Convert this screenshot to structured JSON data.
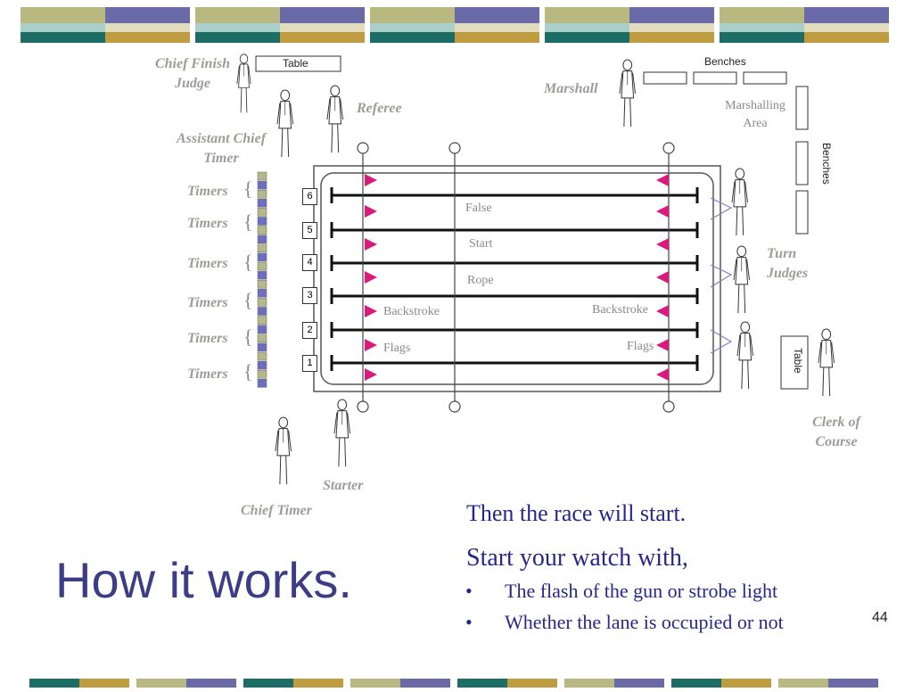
{
  "colors": {
    "banner_teal": "#1b6d65",
    "banner_blue": "#6a6aa8",
    "banner_khaki": "#b8b880",
    "banner_gold": "#bf9c3f",
    "banner_mint": "#a8cfc8",
    "banner_cream": "#e0dcbd",
    "flag_magenta": "#d81b7c",
    "title_color": "#3d3d86",
    "body_color": "#27278a",
    "role_color": "#9c9c98",
    "timer_blue_square": "#6e6ec0",
    "timer_green_square": "#b5b88a"
  },
  "roles": {
    "chief_finish_judge": "Chief Finish Judge",
    "referee": "Referee",
    "assistant_chief_timer": "Assistant Chief Timer",
    "marshall": "Marshall",
    "turn_judges": "Turn Judges",
    "clerk_of_course": "Clerk of Course",
    "starter": "Starter",
    "chief_timer": "Chief Timer"
  },
  "boxes": {
    "table_top": "Table",
    "benches_top": "Benches",
    "benches_side": "Benches",
    "table_right": "Table",
    "marshalling_area": "Marshalling Area"
  },
  "pool": {
    "false_start_rope": [
      "False",
      "Start",
      "Rope"
    ],
    "backstroke_flags_left": [
      "Backstroke",
      "Flags"
    ],
    "backstroke_flags_right": [
      "Backstroke",
      "Flags"
    ],
    "lanes": [
      "6",
      "5",
      "4",
      "3",
      "2",
      "1"
    ]
  },
  "timers": [
    "Timers",
    "Timers",
    "Timers",
    "Timers",
    "Timers",
    "Timers"
  ],
  "title": "How it works.",
  "text": {
    "line1": "Then the race will start.",
    "line2": "Start your watch with,",
    "bullets": [
      "The flash of the gun or strobe light",
      "Whether the lane is occupied or not"
    ],
    "bullet_symbol": "•"
  },
  "page_number": "44"
}
